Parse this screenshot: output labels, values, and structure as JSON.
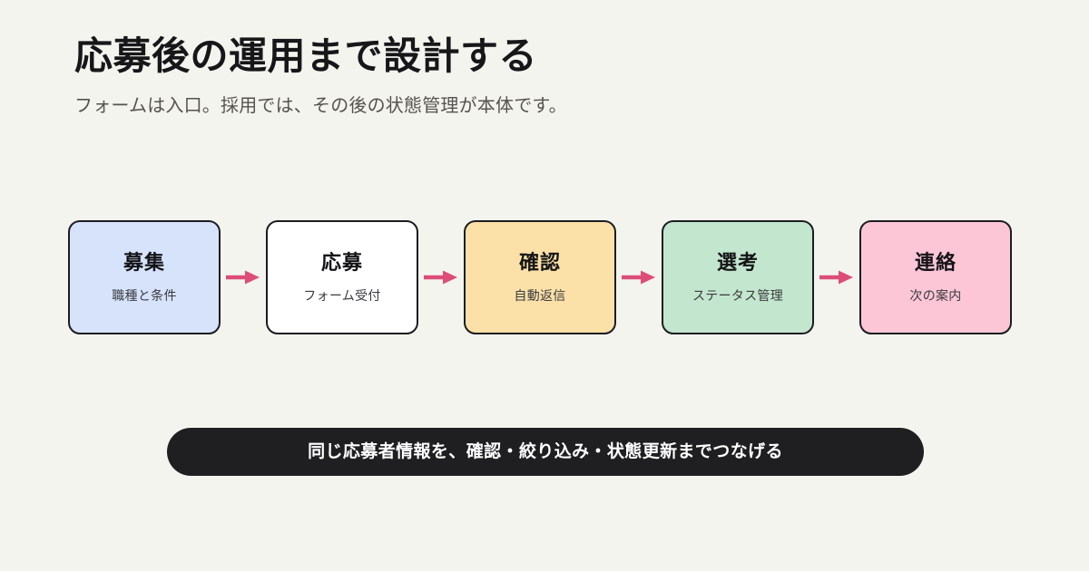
{
  "page": {
    "background_color": "#F4F4EF",
    "title": "応募後の運用まで設計する",
    "subtitle": "フォームは入口。採用では、その後の状態管理が本体です。"
  },
  "flow": {
    "arrow_icon": "arrow-right-icon",
    "arrow_color": "#DD4D78",
    "steps": [
      {
        "title": "募集",
        "caption": "職種と条件",
        "fill_color": "#D6E3FB",
        "border_color": "#1C1C22"
      },
      {
        "title": "応募",
        "caption": "フォーム受付",
        "fill_color": "#FFFFFF",
        "border_color": "#1C1C22"
      },
      {
        "title": "確認",
        "caption": "自動返信",
        "fill_color": "#FBE1A8",
        "border_color": "#1C1C22"
      },
      {
        "title": "選考",
        "caption": "ステータス管理",
        "fill_color": "#C3E6CE",
        "border_color": "#1C1C22"
      },
      {
        "title": "連絡",
        "caption": "次の案内",
        "fill_color": "#FCC6D7",
        "border_color": "#1C1C22"
      }
    ]
  },
  "banner": {
    "text": "同じ応募者情報を、確認・絞り込み・状態更新までつなげる",
    "background_color": "#1F1F22",
    "text_color": "#FFFFFF"
  }
}
